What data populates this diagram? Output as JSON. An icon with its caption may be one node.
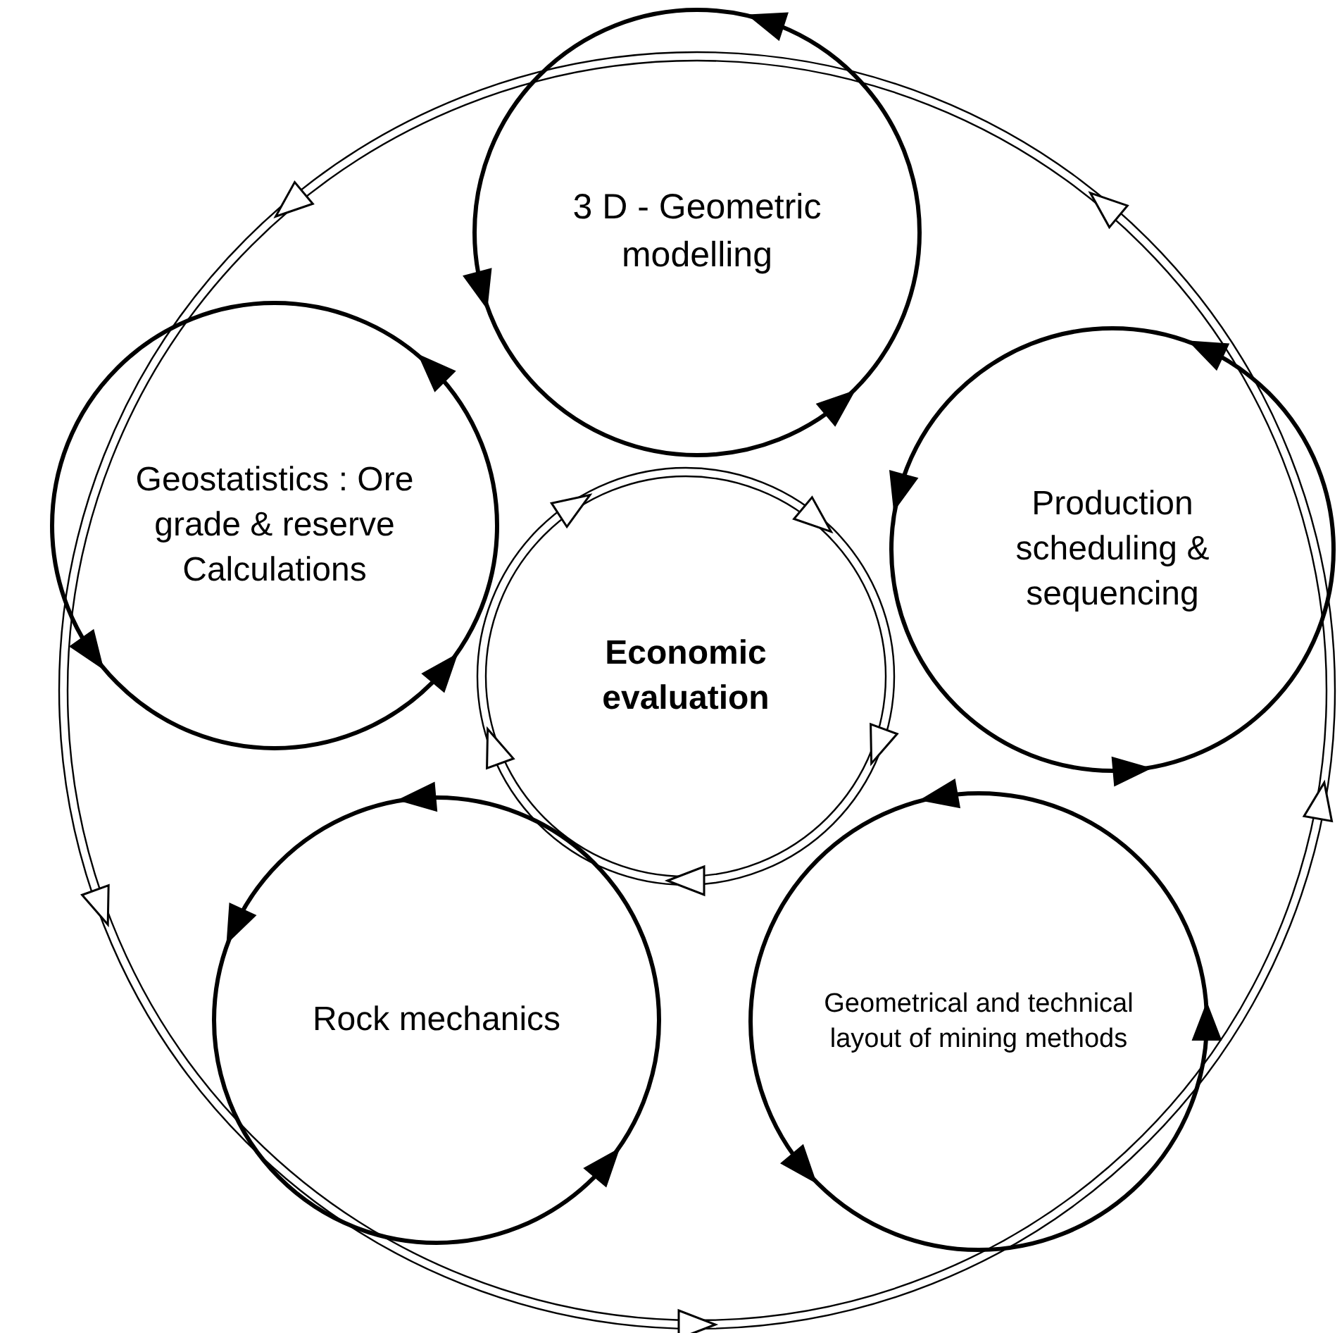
{
  "diagram": {
    "nodes": [
      {
        "text": [],
        "shape": "circle"
      },
      {
        "text": [
          "3 D - Geometric modelling"
        ],
        "in": 0
      },
      {
        "text": [
          "Geostatistics : Ore grade & reserve Calculations"
        ],
        "in": 0
      },
      {
        "text": [
          "Production scheduling & sequencing"
        ],
        "in": 0
      },
      {
        "text": [
          "Economic evaluation"
        ],
        "in": 0
      },
      {
        "text": [
          "Rock mechanics"
        ],
        "in": 0
      },
      {
        "text": [
          "Geometrical and technical layout of mining methods"
        ],
        "in": 0
      }
    ]
  }
}
